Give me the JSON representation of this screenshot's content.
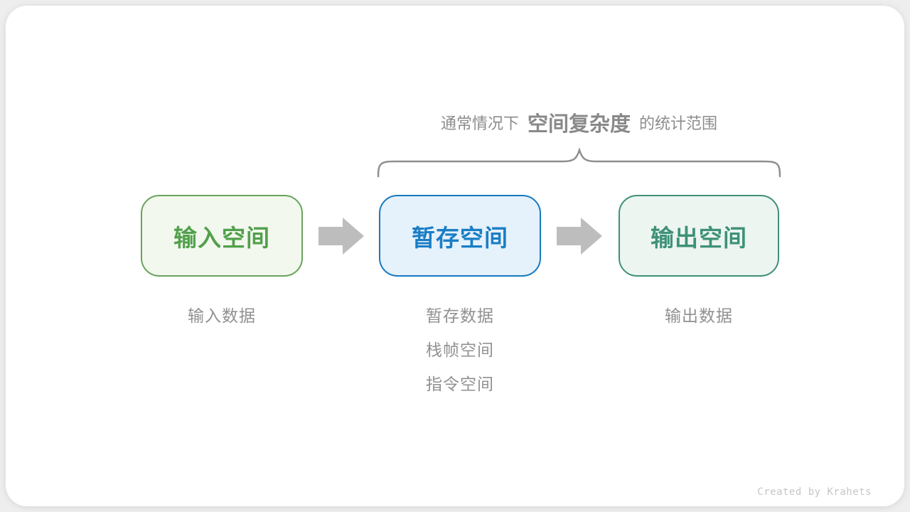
{
  "title": {
    "prefix": "通常情况下",
    "highlight": "空间复杂度",
    "suffix": "的统计范围"
  },
  "boxes": [
    {
      "label": "输入空间",
      "sublabels": [
        "输入数据"
      ]
    },
    {
      "label": "暂存空间",
      "sublabels": [
        "暂存数据",
        "栈帧空间",
        "指令空间"
      ]
    },
    {
      "label": "输出空间",
      "sublabels": [
        "输出数据"
      ]
    }
  ],
  "footer": {
    "credit": "Created by Krahets"
  },
  "colors": {
    "input_green_text": "#52a04c",
    "input_green_border": "#69a35c",
    "input_green_bg": "#f2f8ee",
    "temp_blue_text": "#1a7ec5",
    "temp_blue_border": "#1779bf",
    "temp_blue_bg": "#e5f1fb",
    "output_teal_text": "#3e9178",
    "output_teal_border": "#3d9078",
    "output_teal_bg": "#edf5f1",
    "arrow_gray": "#bdbdbd",
    "brace_gray": "#8f8f8f",
    "title_gray": "#8c8c8c",
    "sublabel_gray": "#919191",
    "credit_gray": "#c6c6c6"
  }
}
